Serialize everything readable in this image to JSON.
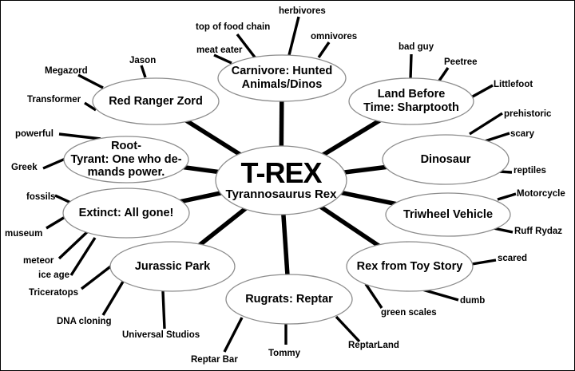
{
  "diagram": {
    "center": {
      "title": "T-REX",
      "subtitle": "Tyrannosaurus Rex"
    },
    "nodes": [
      {
        "label": "Carnivore: Hunted\nAnimals/Dinos",
        "leaves": [
          "meat eater",
          "top of food chain",
          "herbivores",
          "omnivores"
        ]
      },
      {
        "label": "Land Before\nTime: Sharptooth",
        "leaves": [
          "bad guy",
          "Peetree",
          "Littlefoot"
        ]
      },
      {
        "label": "Dinosaur",
        "leaves": [
          "prehistoric",
          "scary",
          "reptiles"
        ]
      },
      {
        "label": "Triwheel Vehicle",
        "leaves": [
          "Motorcycle",
          "Ruff Rydaz"
        ]
      },
      {
        "label": "Rex from Toy Story",
        "leaves": [
          "scared",
          "dumb",
          "green scales"
        ]
      },
      {
        "label": "Rugrats: Reptar",
        "leaves": [
          "Reptar Bar",
          "Tommy",
          "ReptarLand"
        ]
      },
      {
        "label": "Jurassic Park",
        "leaves": [
          "Triceratops",
          "DNA cloning",
          "Universal Studios"
        ]
      },
      {
        "label": "Extinct: All gone!",
        "leaves": [
          "fossils",
          "museum",
          "meteor",
          "ice age"
        ]
      },
      {
        "label": "Root-\nTyrant: One who de-\nmands power.",
        "leaves": [
          "powerful",
          "Greek"
        ]
      },
      {
        "label": "Red Ranger Zord",
        "leaves": [
          "Megazord",
          "Jason",
          "Transformer"
        ]
      }
    ],
    "colors": {
      "background": "#ffffff",
      "text": "#000000",
      "connector_line": "#000000",
      "ellipse_border": "#8c8c8c",
      "ellipse_fill": "#ffffff"
    }
  }
}
